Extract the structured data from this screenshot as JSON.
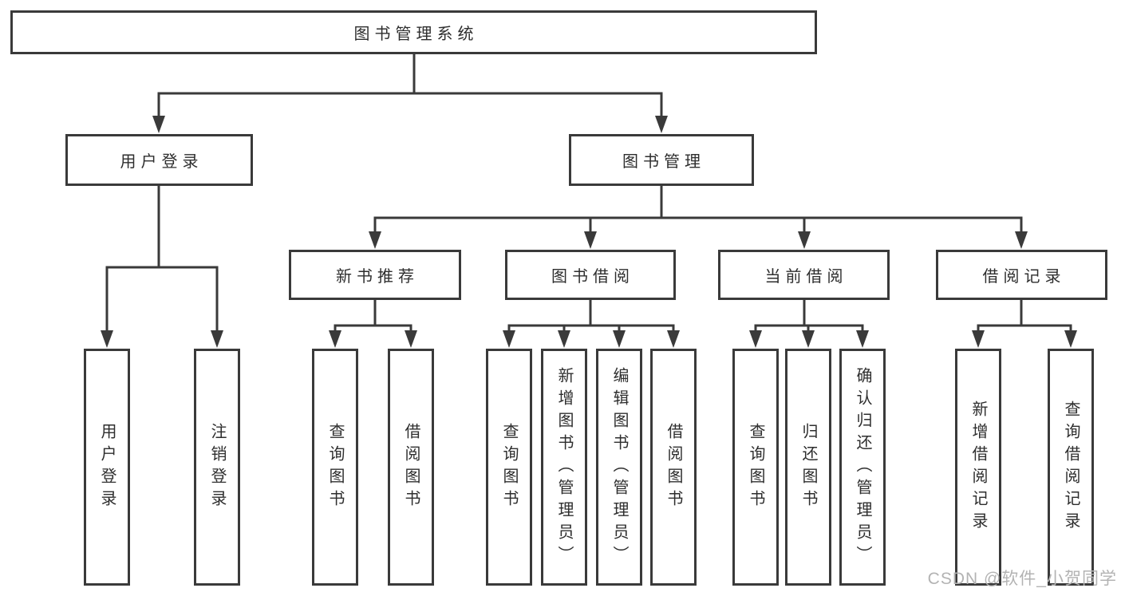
{
  "diagram": {
    "root": {
      "label": "图书管理系统"
    },
    "branches": [
      {
        "label": "用户登录",
        "children": [
          {
            "label": "用户登录"
          },
          {
            "label": "注销登录"
          }
        ]
      },
      {
        "label": "图书管理",
        "children": [
          {
            "label": "新书推荐",
            "children": [
              {
                "label": "查询图书"
              },
              {
                "label": "借阅图书"
              }
            ]
          },
          {
            "label": "图书借阅",
            "children": [
              {
                "label": "查询图书"
              },
              {
                "label": "新增图书（管理员）"
              },
              {
                "label": "编辑图书（管理员）"
              },
              {
                "label": "借阅图书"
              }
            ]
          },
          {
            "label": "当前借阅",
            "children": [
              {
                "label": "查询图书"
              },
              {
                "label": "归还图书"
              },
              {
                "label": "确认归还（管理员）"
              }
            ]
          },
          {
            "label": "借阅记录",
            "children": [
              {
                "label": "新增借阅记录"
              },
              {
                "label": "查询借阅记录"
              }
            ]
          }
        ]
      }
    ]
  },
  "watermark": {
    "text": "CSDN @软件_小贺同学"
  },
  "colors": {
    "line": "#3a3a3a",
    "text": "#2e2e2e",
    "watermark": "#b3b3b3",
    "background": "#ffffff"
  }
}
